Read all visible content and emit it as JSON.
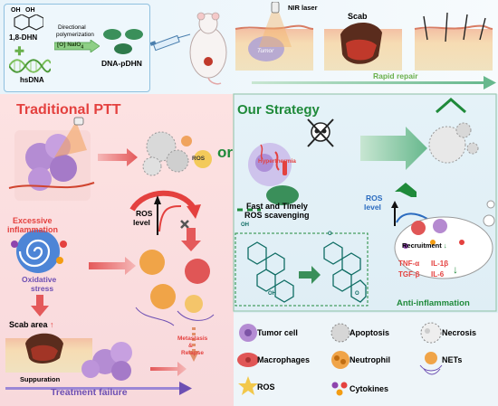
{
  "synthesis": {
    "monomer_label": "1,8-DHN",
    "monomer_oh_left": "OH",
    "monomer_oh_right": "OH",
    "template_label": "hsDNA",
    "process_line1": "Directional",
    "process_line2": "polymerization",
    "oxidant": "[O] NaIO",
    "oxidant_sub": "4",
    "product_label": "DNA-pDHN"
  },
  "treatment_strip": {
    "laser_label": "NIR laser",
    "tumor_label": "Tumor",
    "scab_label": "Scab",
    "repair_label": "Rapid repair"
  },
  "traditional": {
    "title": "Traditional PTT",
    "ros_bubble": "ROS",
    "ros_level_1": "ROS",
    "ros_level_2": "level",
    "inflammation_1": "Excessive",
    "inflammation_2": "inflammation",
    "oxidative_1": "Oxidative",
    "oxidative_2": "stress",
    "scab_area": "Scab area",
    "metastasis_1": "Metastasis",
    "metastasis_2": "&",
    "metastasis_3": "Relapse",
    "suppuration": "Suppuration",
    "failure": "Treatment failure"
  },
  "or_label": "or",
  "strategy": {
    "title": "Our Strategy",
    "hyperthermia": "Hyperthermia",
    "scavenging_1": "Fast and Timely",
    "scavenging_2": "ROS scavenging",
    "ros_level_1": "ROS",
    "ros_level_2": "level",
    "recruitment": "Recruitment",
    "cytokine_1": "TNF-α",
    "cytokine_2": "IL-1β",
    "cytokine_3": "TGF-β",
    "cytokine_4": "IL-6",
    "anti_inflammation": "Anti-inflammation",
    "oh": "OH",
    "o": "O"
  },
  "legend": [
    {
      "label": "Tumor cell"
    },
    {
      "label": "Apoptosis"
    },
    {
      "label": "Necrosis"
    },
    {
      "label": "Macrophages"
    },
    {
      "label": "Neutrophil"
    },
    {
      "label": "NETs"
    },
    {
      "label": "ROS"
    },
    {
      "label": "Cytokines"
    }
  ],
  "colors": {
    "traditional_red": "#e4413f",
    "strategy_green": "#1f8a3a",
    "failure_purple": "#6d4fb3",
    "ros_blue": "#2a6bbf",
    "repair_green": "#6ab04c",
    "hexagon_teal": "#0f6d64"
  }
}
